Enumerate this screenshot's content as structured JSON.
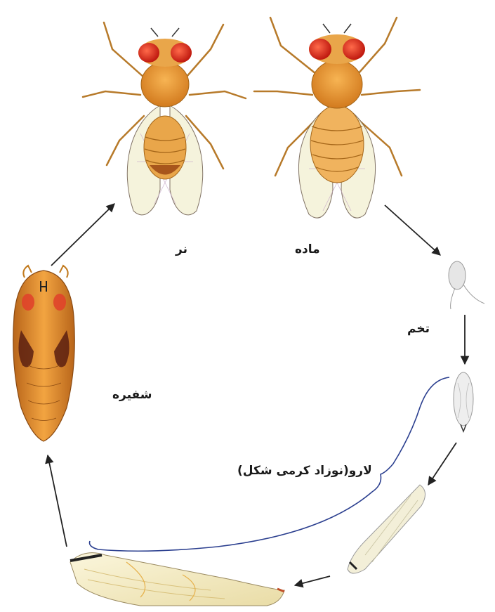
{
  "stages": {
    "male": "نر",
    "female": "ماده",
    "egg": "تخم",
    "pupa": "شفیره",
    "larva": "لارو(نوزاد کرمی شکل)"
  },
  "colors": {
    "eye": "#e02a1c",
    "body": "#e39a2e",
    "wing": "#f4f1d6",
    "pupa": "#d9871f",
    "bracket": "#2b3f8f",
    "arrow": "#222222"
  }
}
